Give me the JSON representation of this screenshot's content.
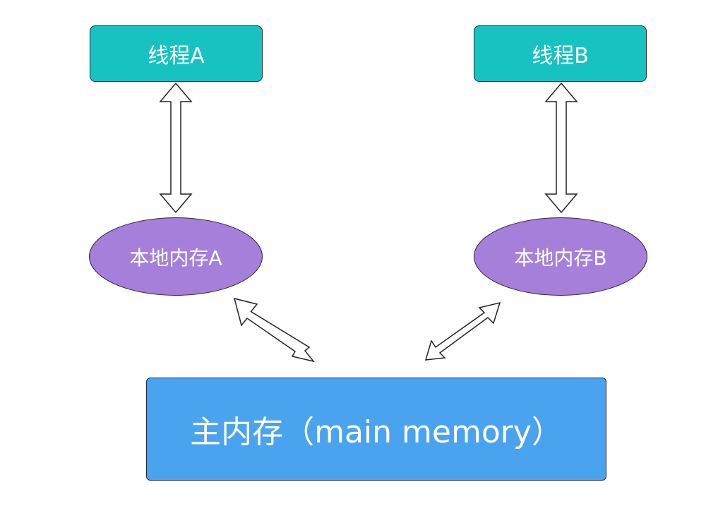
{
  "nodes": {
    "thread_a": "线程A",
    "thread_b": "线程B",
    "local_a": "本地内存A",
    "local_b": "本地内存B",
    "main_memory": "主内存（main memory）"
  },
  "colors": {
    "thread": "#17c3c0",
    "local_memory": "#a67fdb",
    "main_memory": "#4aa3ef"
  }
}
